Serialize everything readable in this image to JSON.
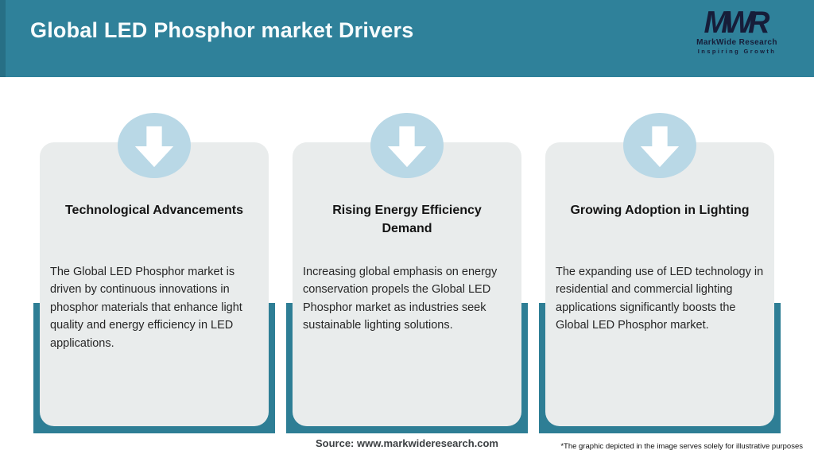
{
  "header": {
    "title": "Global LED Phosphor market Drivers",
    "logo": {
      "monogram": "MWR",
      "name": "MarkWide Research",
      "tagline": "Inspiring Growth"
    }
  },
  "cards": [
    {
      "icon": "down-arrow-icon",
      "title": "Technological Advancements",
      "body": "The Global LED Phosphor market is driven by continuous innovations in phosphor materials that enhance light quality and energy efficiency in LED applications."
    },
    {
      "icon": "down-arrow-icon",
      "title": "Rising Energy Efficiency Demand",
      "body": "Increasing global emphasis on energy conservation propels the Global LED Phosphor market as industries seek sustainable lighting solutions."
    },
    {
      "icon": "down-arrow-icon",
      "title": "Growing Adoption in Lighting",
      "body": "The expanding use of LED technology in residential and commercial lighting applications significantly boosts the Global LED Phosphor market."
    }
  ],
  "footer": {
    "source": "Source: www.markwideresearch.com",
    "disclaimer": "*The graphic depicted in the image serves solely for illustrative purposes"
  },
  "colors": {
    "header_bg": "#2F819A",
    "header_strip": "#276F85",
    "band": "#2E7E95",
    "circle": "#B9D8E6",
    "card": "#E9ECEC",
    "logo": "#161D39",
    "title_text": "#F8FCFD",
    "heading_text": "#141414",
    "body_text": "#262626",
    "source_text": "#3C4043"
  }
}
